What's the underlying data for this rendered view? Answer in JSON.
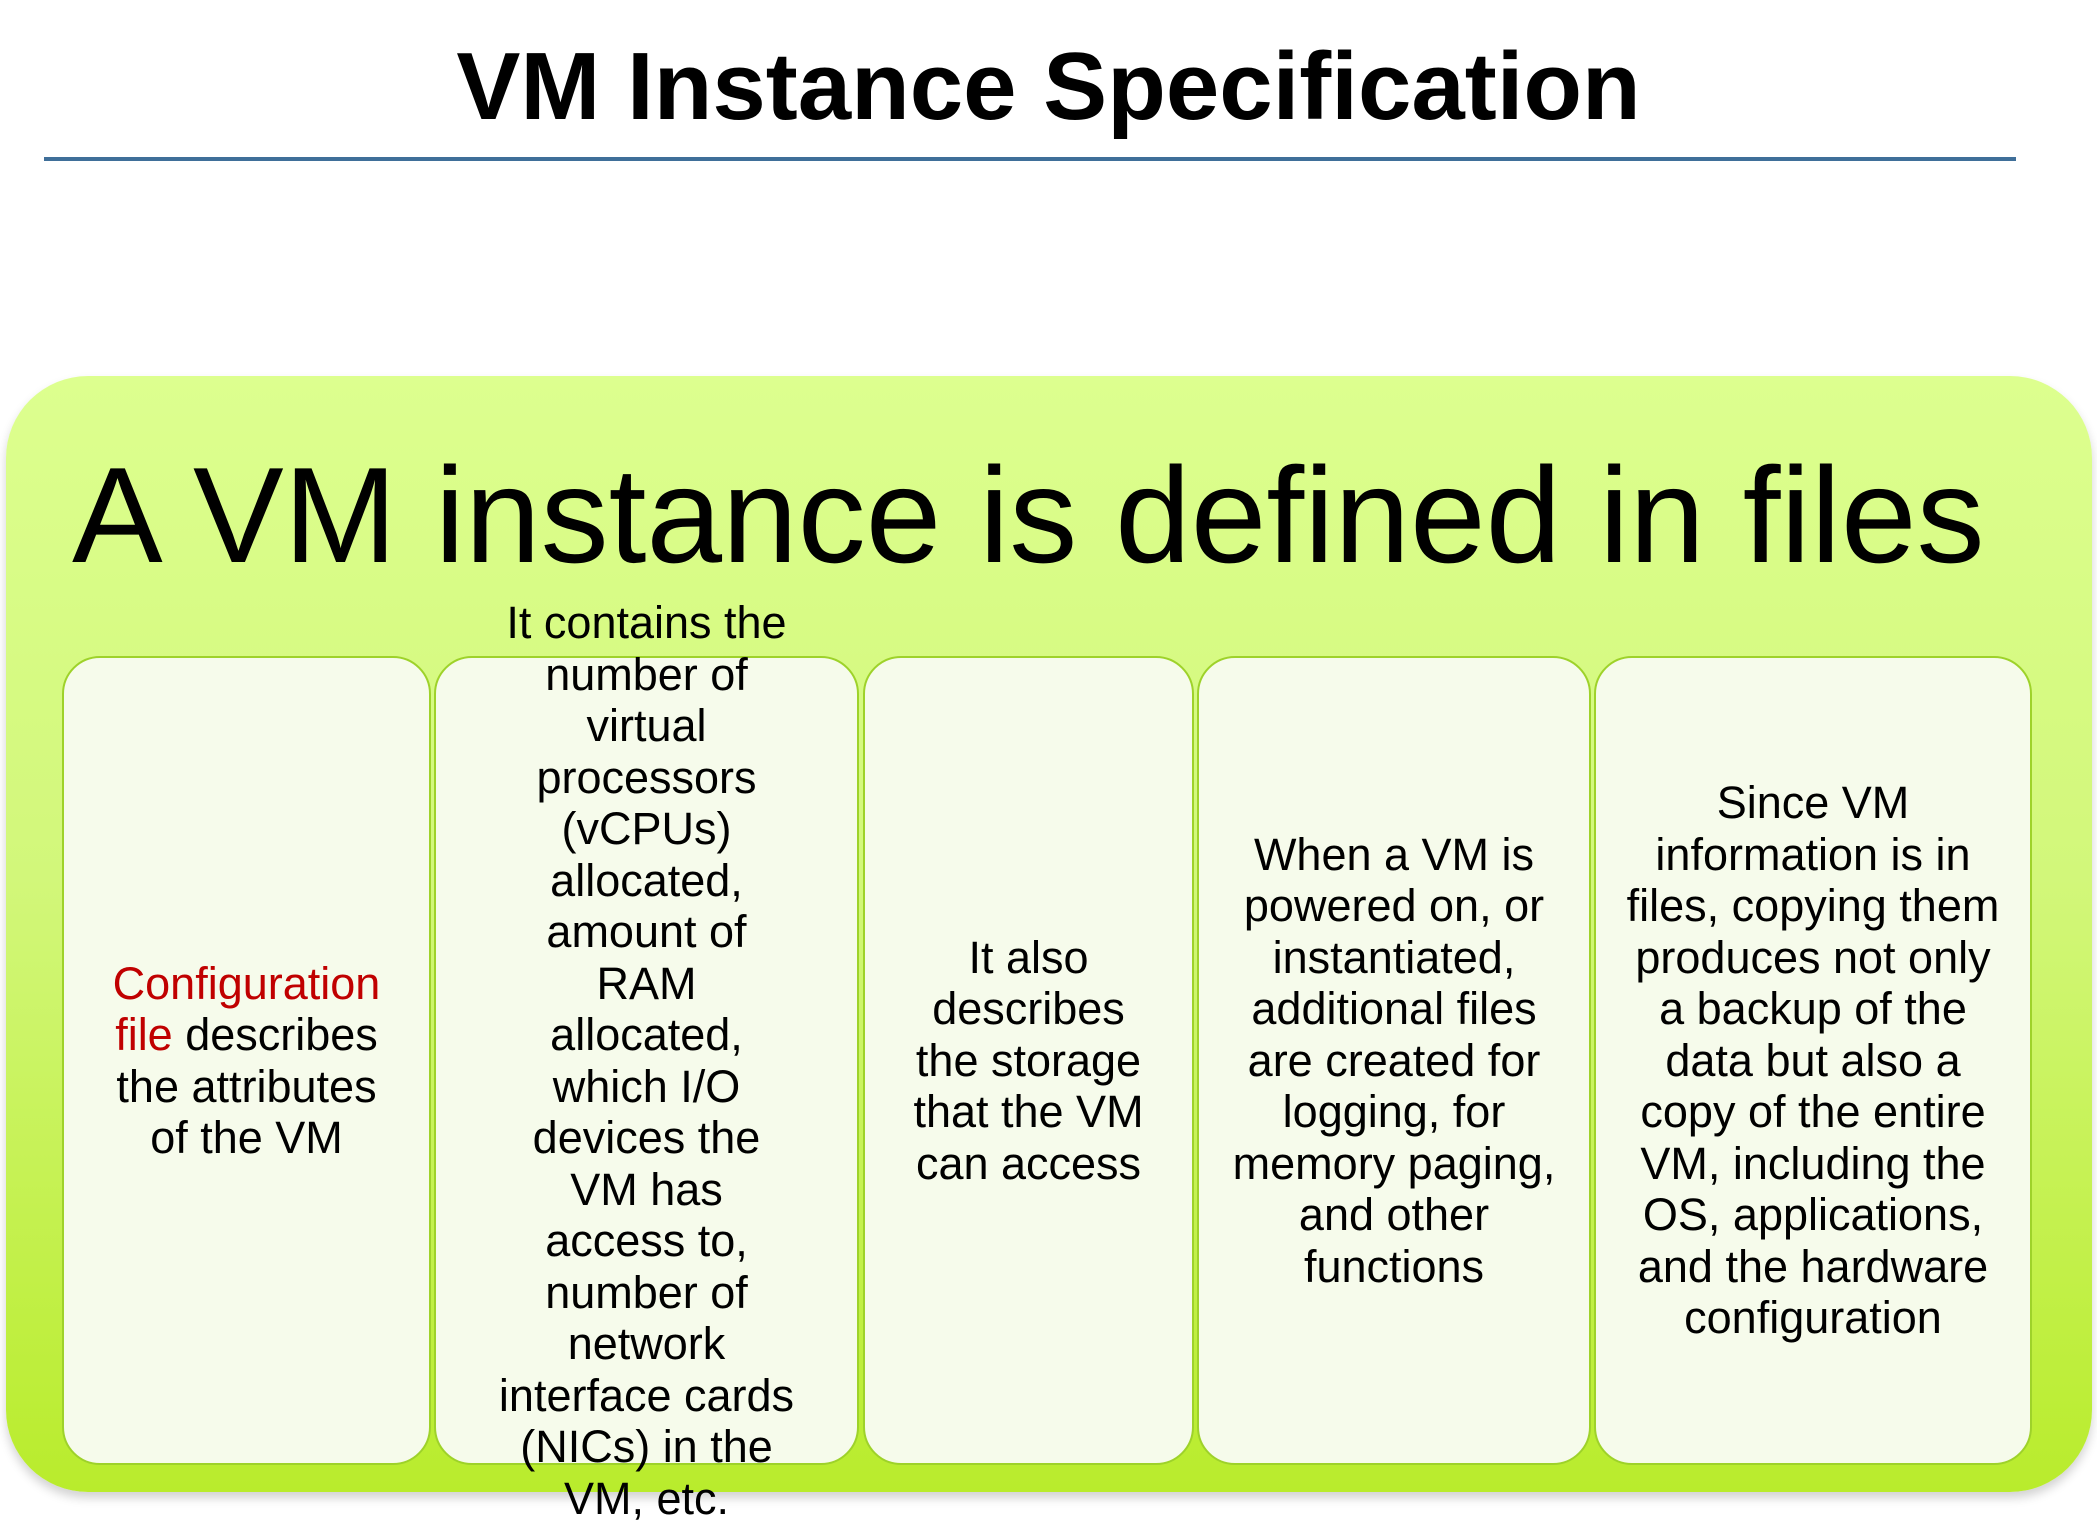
{
  "slide": {
    "title": "VM Instance Specification",
    "accent_color": "#c00000",
    "rule_color": "#3f6f99"
  },
  "panel": {
    "heading": "A VM instance is defined in files",
    "colors": {
      "top": "#ddff8f",
      "bottom": "#b9ec2c",
      "card_fill": "#f6fbeb",
      "card_border": "#9ed22a"
    }
  },
  "cards": [
    {
      "highlight": "Configuration file",
      "text": " describes the attributes of the VM"
    },
    {
      "text": "It contains the number of virtual processors (vCPUs) allocated, amount of RAM allocated, which I/O devices the VM has access to, number of network interface cards (NICs) in the VM, etc."
    },
    {
      "text": "It also describes the storage that the VM can access"
    },
    {
      "text": "When a VM is powered on, or instantiated, additional files are created for logging, for memory paging, and other functions"
    },
    {
      "text": "Since VM information is in files, copying them produces not only a backup of the data but also a copy of the entire VM, including the OS, applications, and the hardware configuration"
    }
  ]
}
